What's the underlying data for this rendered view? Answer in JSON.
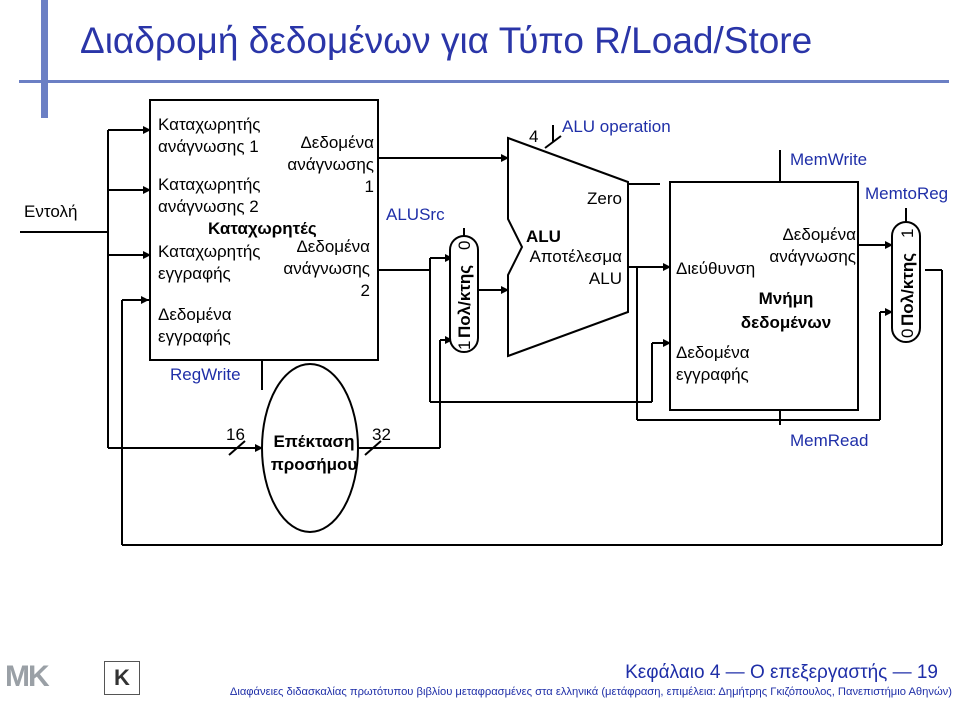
{
  "title": "Διαδρομή δεδομένων για Τύπο R/Load/Store",
  "input_label": "Εντολή",
  "register_file": {
    "read_reg1": [
      "Καταχωρητής",
      "ανάγνωσης 1"
    ],
    "read_reg2": [
      "Καταχωρητής",
      "ανάγνωσης 2"
    ],
    "write_reg": [
      "Καταχωρητής",
      "εγγραφής"
    ],
    "write_data": [
      "Δεδομένα",
      "εγγραφής"
    ],
    "read_data1": [
      "Δεδομένα",
      "ανάγνωσης",
      "1"
    ],
    "read_data2": [
      "Δεδομένα",
      "ανάγνωσης",
      "2"
    ],
    "name": "Καταχωρητές"
  },
  "regwrite": "RegWrite",
  "alusrc": "ALUSrc",
  "mux1": {
    "label": "Πολ/κτης",
    "in_top": "0",
    "in_bottom": "1"
  },
  "alu": {
    "op_width": "4",
    "operation": "ALU operation",
    "zero": "Zero",
    "name": "ALU",
    "result": [
      "Αποτέλεσμα",
      "ALU"
    ]
  },
  "memory": {
    "memwrite": "MemWrite",
    "memread": "MemRead",
    "memtoreg": "MemtoReg",
    "address": "Διεύθυνση",
    "read_data": [
      "Δεδομένα",
      "ανάγνωσης"
    ],
    "name": [
      "Μνήμη",
      "δεδομένων"
    ],
    "write_data": [
      "Δεδομένα",
      "εγγραφής"
    ]
  },
  "mux2": {
    "label": "Πολ/κτης",
    "in_top": "1",
    "in_bottom": "0"
  },
  "sign_extend": {
    "in_width": "16",
    "name": [
      "Επέκταση",
      "προσήμου"
    ],
    "out_width": "32"
  },
  "footer": {
    "chapter": "Κεφάλαιο 4 — Ο επεξεργαστής — 19",
    "credit": "Διαφάνειες διδασκαλίας πρωτότυπου βιβλίου μεταφρασμένες στα ελληνικά (μετάφραση, επιμέλεια: Δημήτρης Γκιζόπουλος, Πανεπιστήμιο Αθηνών)",
    "logo_text": "MK",
    "publisher_mark": "K"
  },
  "colors": {
    "accent": "#1f2fa8",
    "decoration": "#6b7fc4"
  }
}
